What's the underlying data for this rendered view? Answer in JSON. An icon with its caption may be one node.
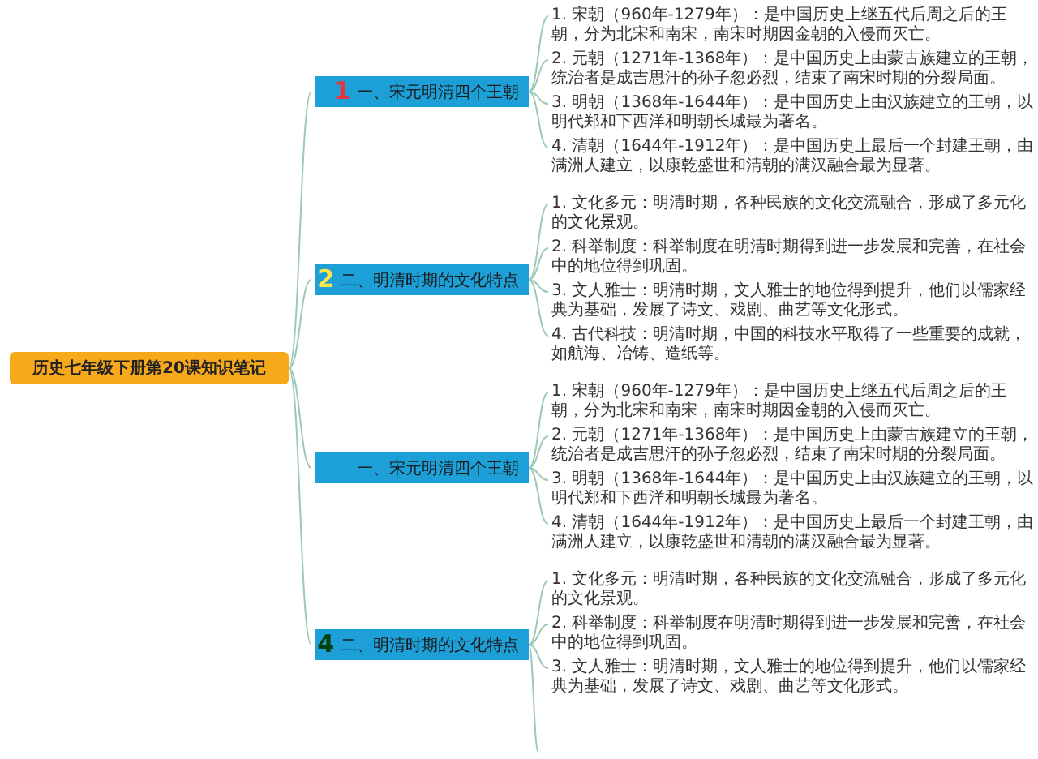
{
  "diagram": {
    "nodes": [
      {
        "text": [
          "历史七年级下册第20课知识笔记"
        ]
      },
      {
        "text": [
          "1",
          "一、宋元明清四个王朝"
        ]
      },
      {
        "text": [
          "1. 宋朝（960年-1279年）：是中国历史上继五代后周之后的王朝，分为北宋和南宋，南宋时期因金朝的入侵而灭亡。"
        ]
      },
      {
        "text": [
          "2. 元朝（1271年-1368年）：是中国历史上由蒙古族建立的王朝，统治者是成吉思汗的孙子忽必烈，结束了南宋时期的分裂局面。"
        ]
      },
      {
        "text": [
          "3. 明朝（1368年-1644年）：是中国历史上由汉族建立的王朝，以明代郑和下西洋和明朝长城最为著名。"
        ]
      },
      {
        "text": [
          "4. 清朝（1644年-1912年）：是中国历史上最后一个封建王朝，由满洲人建立，以康乾盛世和清朝的满汉融合最为显著。"
        ]
      },
      {
        "text": [
          "2",
          "二、明清时期的文化特点"
        ]
      },
      {
        "text": [
          "1. 文化多元：明清时期，各种民族的文化交流融合，形成了多元化的文化景观。"
        ]
      },
      {
        "text": [
          "2. 科举制度：科举制度在明清时期得到进一步发展和完善，在社会中的地位得到巩固。"
        ]
      },
      {
        "text": [
          "3. 文人雅士：明清时期，文人雅士的地位得到提升，他们以儒家经典为基础，发展了诗文、戏剧、曲艺等文化形式。"
        ]
      },
      {
        "text": [
          "4. 古代科技：明清时期，中国的科技水平取得了一些重要的成就，如航海、冶铸、造纸等。"
        ]
      },
      {
        "text": [
          "一、宋元明清四个王朝"
        ]
      },
      {
        "text": [
          "1. 宋朝（960年-1279年）：是中国历史上继五代后周之后的王朝，分为北宋和南宋，南宋时期因金朝的入侵而灭亡。"
        ]
      },
      {
        "text": [
          "2. 元朝（1271年-1368年）：是中国历史上由蒙古族建立的王朝，统治者是成吉思汗的孙子忽必烈，结束了南宋时期的分裂局面。"
        ]
      },
      {
        "text": [
          "3. 明朝（1368年-1644年）：是中国历史上由汉族建立的王朝，以明代郑和下西洋和明朝长城最为著名。"
        ]
      },
      {
        "text": [
          "4. 清朝（1644年-1912年）：是中国历史上最后一个封建王朝，由满洲人建立，以康乾盛世和清朝的满汉融合最为显著。"
        ]
      },
      {
        "text": [
          "4",
          "二、明清时期的文化特点"
        ]
      },
      {
        "text": [
          "1. 文化多元：明清时期，各种民族的文化交流融合，形成了多元化的文化景观。"
        ]
      },
      {
        "text": [
          "2. 科举制度：科举制度在明清时期得到进一步发展和完善，在社会中的地位得到巩固。"
        ]
      },
      {
        "text": [
          "3. 文人雅士：明清时期，文人雅士的地位得到提升，他们以儒家经典为基础，发展了诗文、戏剧、曲艺等文化形式。"
        ]
      }
    ],
    "edges": [
      {
        "from": 0,
        "to": 1,
        "arrow": "none"
      },
      {
        "from": 0,
        "to": 6,
        "arrow": "none"
      },
      {
        "from": 0,
        "to": 11,
        "arrow": "none"
      },
      {
        "from": 0,
        "to": 16,
        "arrow": "none"
      },
      {
        "from": 1,
        "to": 2,
        "arrow": "none"
      },
      {
        "from": 1,
        "to": 3,
        "arrow": "none"
      },
      {
        "from": 1,
        "to": 4,
        "arrow": "none"
      },
      {
        "from": 1,
        "to": 5,
        "arrow": "none"
      },
      {
        "from": 6,
        "to": 7,
        "arrow": "none"
      },
      {
        "from": 6,
        "to": 8,
        "arrow": "none"
      },
      {
        "from": 6,
        "to": 9,
        "arrow": "none"
      },
      {
        "from": 6,
        "to": 10,
        "arrow": "none"
      },
      {
        "from": 11,
        "to": 12,
        "arrow": "none"
      },
      {
        "from": 11,
        "to": 13,
        "arrow": "none"
      },
      {
        "from": 11,
        "to": 14,
        "arrow": "none"
      },
      {
        "from": 11,
        "to": 15,
        "arrow": "none"
      },
      {
        "from": 16,
        "to": 17,
        "arrow": "none"
      },
      {
        "from": 16,
        "to": 18,
        "arrow": "none"
      },
      {
        "from": 16,
        "to": 19,
        "arrow": "none"
      },
      {
        "from": 16,
        "to": null,
        "arrow": "none"
      }
    ]
  }
}
